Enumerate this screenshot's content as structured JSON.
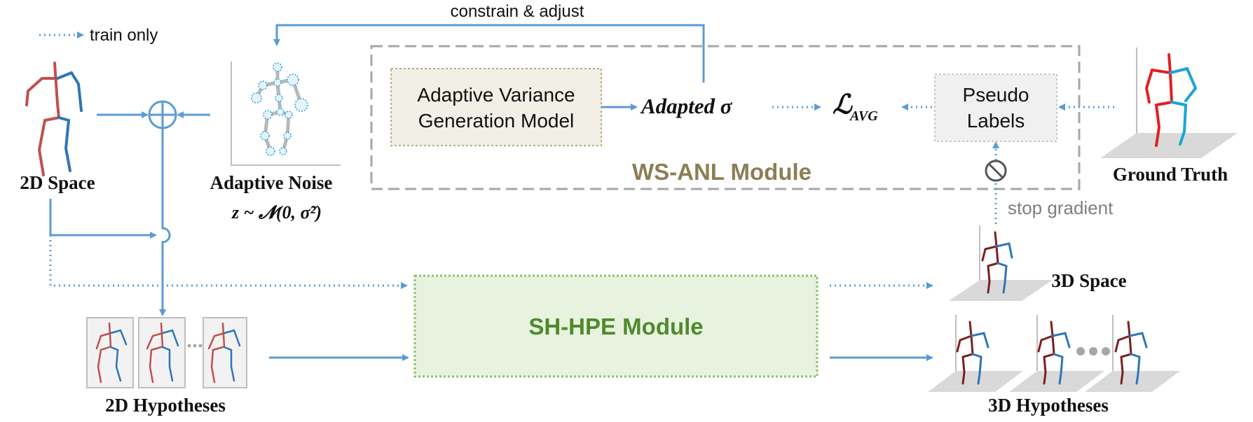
{
  "legend": {
    "label": "train only"
  },
  "top_feedback": {
    "label": "constrain & adjust"
  },
  "nodes": {
    "space_2d": "2D Space",
    "adaptive_noise": "Adaptive Noise",
    "noise_formula": "z ~ 𝓝(0, σ̃²)",
    "avgm": {
      "line1": "Adaptive Variance",
      "line2": "Generation Model"
    },
    "adapted_sigma": "Adapted σ",
    "loss": {
      "main": "ℒ",
      "sub": "AVG"
    },
    "pseudo_labels": {
      "line1": "Pseudo",
      "line2": "Labels"
    },
    "ground_truth": "Ground Truth",
    "stop_gradient": "stop gradient",
    "ws_anl_module": "WS-ANL Module",
    "sh_hpe_module": "SH-HPE Module",
    "hypotheses_2d": "2D Hypotheses",
    "space_3d": "3D Space",
    "hypotheses_3d": "3D Hypotheses"
  },
  "colors": {
    "arrow_blue": "#5b9bd5",
    "ws_anl_text": "#8c7e55",
    "sh_hpe_text": "#4f8a2e",
    "sh_hpe_fill": "#e8f3df",
    "sh_hpe_border": "#8cc26a",
    "avgm_fill": "#f1efe6",
    "avgm_border": "#b5ad87",
    "pseudo_fill": "#f0f0f0",
    "module_border": "#a6a6a6",
    "skeleton_left": "#c0504d",
    "skeleton_right": "#2e75b6",
    "skeleton_dark": "#7b1f1f",
    "gt_red": "#e02020",
    "gt_cyan": "#1ca3d8"
  },
  "icons": [
    "summation-circle-icon",
    "stop-gradient-icon",
    "ellipsis-dots-icon"
  ]
}
